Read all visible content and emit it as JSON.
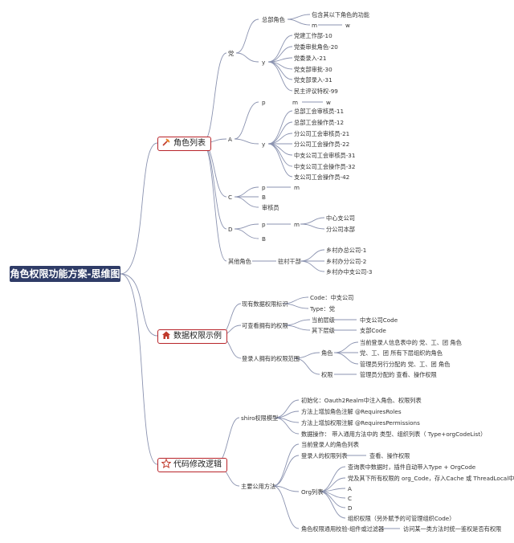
{
  "root": "角色权限功能方案-思维图",
  "categories": {
    "roles": "角色列表",
    "data_perm": "数据权限示例",
    "code": "代码修改逻辑"
  },
  "icons": {
    "roles": "tools-icon",
    "data_perm": "house-icon",
    "code": "star-icon"
  },
  "roles": {
    "party": "党",
    "party_head": "总部角色",
    "party_head_note": "包含其以下角色的功能",
    "m": "m",
    "w": "w",
    "y": "y",
    "party_list": [
      "党建工作部-10",
      "党委审批角色-20",
      "党委录入-21",
      "党支部审批-30",
      "党支部录入-31",
      "民主评议特权-99"
    ],
    "a": "A",
    "p": "p",
    "a_list": [
      "总部工会审核员-11",
      "总部工会操作员-12",
      "分公司工会审核员-21",
      "分公司工会操作员-22",
      "中支公司工会审核员-31",
      "中支公司工会操作员-32",
      "支公司工会操作员-42"
    ],
    "c": "C",
    "b": "B",
    "auditor": "审核员",
    "d": "D",
    "center_branch": "中心支公司",
    "branch_hq": "分公司本部",
    "other": "其他角色",
    "village": "驻村干部",
    "village_list": [
      "乡村办总公司-1",
      "乡村办分公司-2",
      "乡村办中支公司-3"
    ]
  },
  "data_perm": {
    "existing": "现有数据权限标识",
    "code_label": "Code：中支公司",
    "type_label": "Type：党",
    "viewable": "可查看拥有的权限",
    "current": "当前层级",
    "current_val": "中支公司Code",
    "sub": "其下层级",
    "sub_val": "支部Code",
    "scope": "登录人拥有的权限范围",
    "role": "角色",
    "role_list": [
      "当前登录人信息表中的 党、工、团 角色",
      "党、工、团 所有下层组织的角色",
      "管理员另行分配的 党、工、团 角色"
    ],
    "perm": "权限",
    "perm_val": "管理员分配的 查看、操作权限"
  },
  "code": {
    "shiro": "shiro权限模型",
    "shiro_list": [
      "初始化：Oauth2Realm中注入角色、权限列表",
      "方法上增加角色注解 @RequiresRoles",
      "方法上增加权限注解 @RequiresPermissions",
      "数据操作： 带入通用方法中的 类型、组织列表（ Type+orgCodeList）"
    ],
    "common": "主要公用方法",
    "cur_roles": "当前登录人的角色列表",
    "perm_list": "登录人的权限列表",
    "perm_list_val": "查看、操作权限",
    "org": "Org列表",
    "org_list": [
      "查询表中数据时，插件自动带入Type + OrgCode",
      "党及其下所有权限的 org_Code，存入Cache 或 ThreadLocal中",
      "A",
      "C",
      "D",
      "组织权限（另外赋予的可管理组织Code）"
    ],
    "verify": "角色权限通用校验-组件或过滤器",
    "verify_val": "访问某一类方法时统一鉴权是否有权限"
  },
  "colors": {
    "root_bg": "#2f3c67",
    "line": "#8b93b0",
    "cat_border": "#b8242a",
    "link": "#6a7396"
  }
}
